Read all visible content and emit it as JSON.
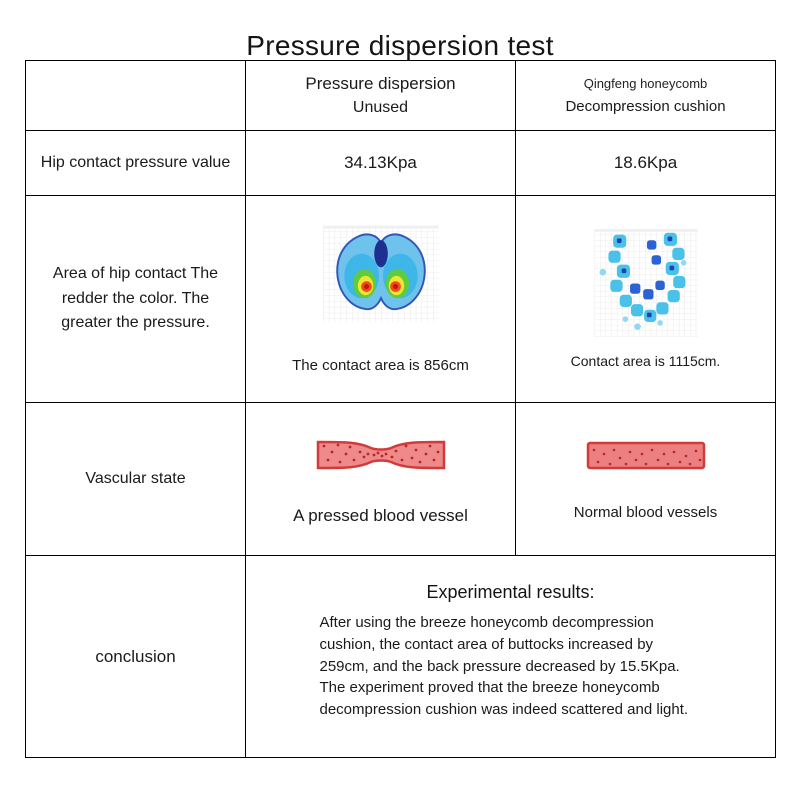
{
  "title": "Pressure dispersion test",
  "columns": {
    "unused": {
      "line1": "Pressure dispersion",
      "line2": "Unused"
    },
    "cushion": {
      "line1": "Qingfeng honeycomb",
      "line2": "Decompression cushion"
    }
  },
  "pressure_row": {
    "label": "Hip contact pressure value",
    "unused_value": "34.13Kpa",
    "cushion_value": "18.6Kpa"
  },
  "area_row": {
    "label": "Area of hip contact The redder the color. The greater the pressure.",
    "unused_caption": "The contact area is 856cm",
    "cushion_caption": "Contact area is 1115cm.",
    "unused_image": "hip-pressure-map-unused",
    "cushion_image": "hip-pressure-map-cushion"
  },
  "vascular_row": {
    "label": "Vascular state",
    "unused_caption": "A pressed blood vessel",
    "cushion_caption": "Normal blood vessels",
    "unused_image": "pressed-blood-vessel",
    "cushion_image": "normal-blood-vessel"
  },
  "conclusion_row": {
    "label": "conclusion",
    "results_title": "Experimental results:",
    "results_body": "After using the breeze honeycomb decompression cushion, the contact area of buttocks increased by 259cm, and the back pressure decreased by 15.5Kpa. The experiment proved that the breeze honeycomb decompression cushion was indeed scattered and light."
  },
  "colors": {
    "map_cold": "#6fc2ec",
    "map_hot": "#ef4b1c",
    "vessel_fill": "#ef8a8a",
    "vessel_stroke": "#d23b3b"
  }
}
